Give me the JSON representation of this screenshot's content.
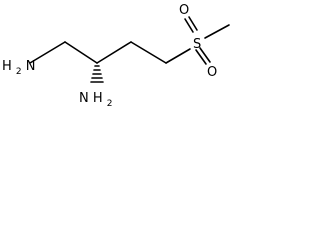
{
  "molecule": {
    "atoms": {
      "nh2_terminal": {
        "symbol": "N",
        "hydrogens": "H",
        "count": "2"
      },
      "nh2_chiral": {
        "symbol": "N",
        "hydrogens": "H",
        "count": "2"
      },
      "sulfur": {
        "symbol": "S"
      },
      "oxygen_top": {
        "symbol": "O"
      },
      "oxygen_bottom": {
        "symbol": "O"
      }
    },
    "stereo": {
      "chiral_center_bond": "hashed-wedge"
    }
  }
}
